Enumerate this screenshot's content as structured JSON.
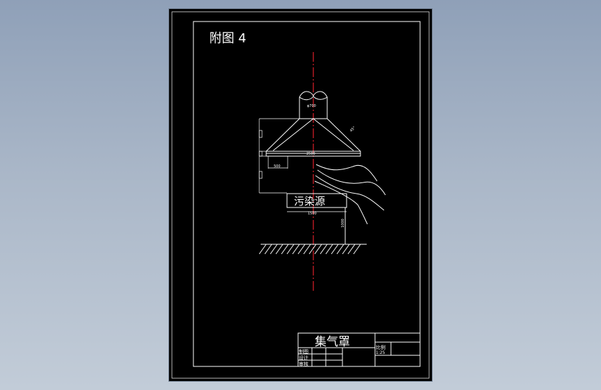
{
  "drawing": {
    "figure_label": "附图 4",
    "source_label": "污染源",
    "title_block": {
      "name": "集气罩",
      "ratio_label": "比例",
      "ratio_value": "1:25",
      "rows": [
        "制图",
        "设计",
        "审核"
      ]
    },
    "dimensions": {
      "duct_diameter": "φ700",
      "hood_width": "2500",
      "source_width": "1500",
      "offset": "500",
      "source_height": "1000",
      "angle": "45°"
    },
    "colors": {
      "background": "#000000",
      "lines": "#ffffff",
      "centerline": "#e0202a",
      "outer": "#9fb0c6"
    }
  }
}
